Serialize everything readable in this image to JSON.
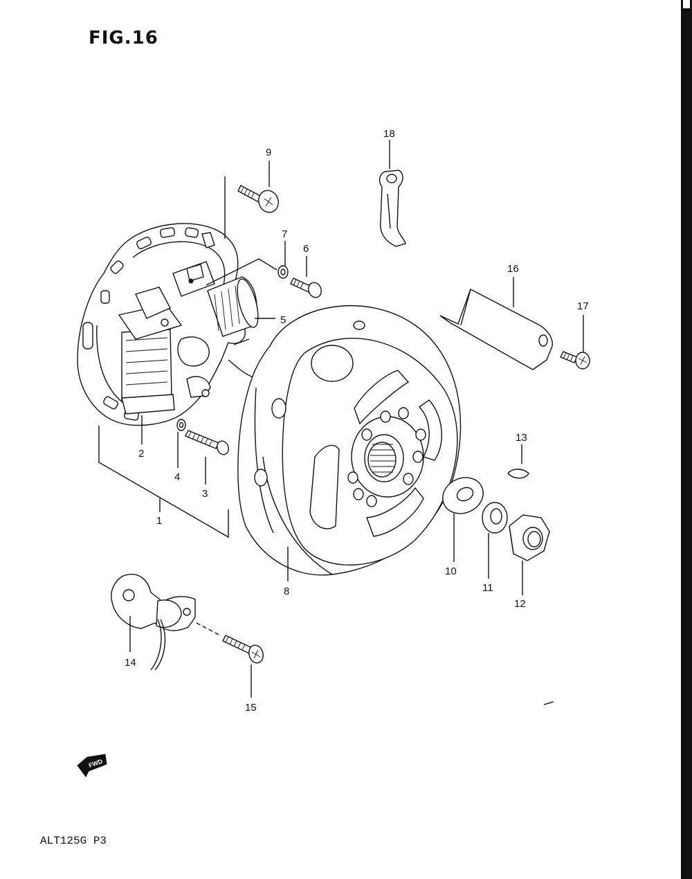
{
  "figure": {
    "title": "FIG.16",
    "model_code": "ALT125G P3",
    "fwd_label": "FWD"
  },
  "parts": [
    {
      "number": "1"
    },
    {
      "number": "2"
    },
    {
      "number": "3"
    },
    {
      "number": "4"
    },
    {
      "number": "5"
    },
    {
      "number": "6"
    },
    {
      "number": "7"
    },
    {
      "number": "8"
    },
    {
      "number": "9"
    },
    {
      "number": "10"
    },
    {
      "number": "11"
    },
    {
      "number": "12"
    },
    {
      "number": "13"
    },
    {
      "number": "14"
    },
    {
      "number": "15"
    },
    {
      "number": "16"
    },
    {
      "number": "17"
    },
    {
      "number": "18"
    }
  ]
}
